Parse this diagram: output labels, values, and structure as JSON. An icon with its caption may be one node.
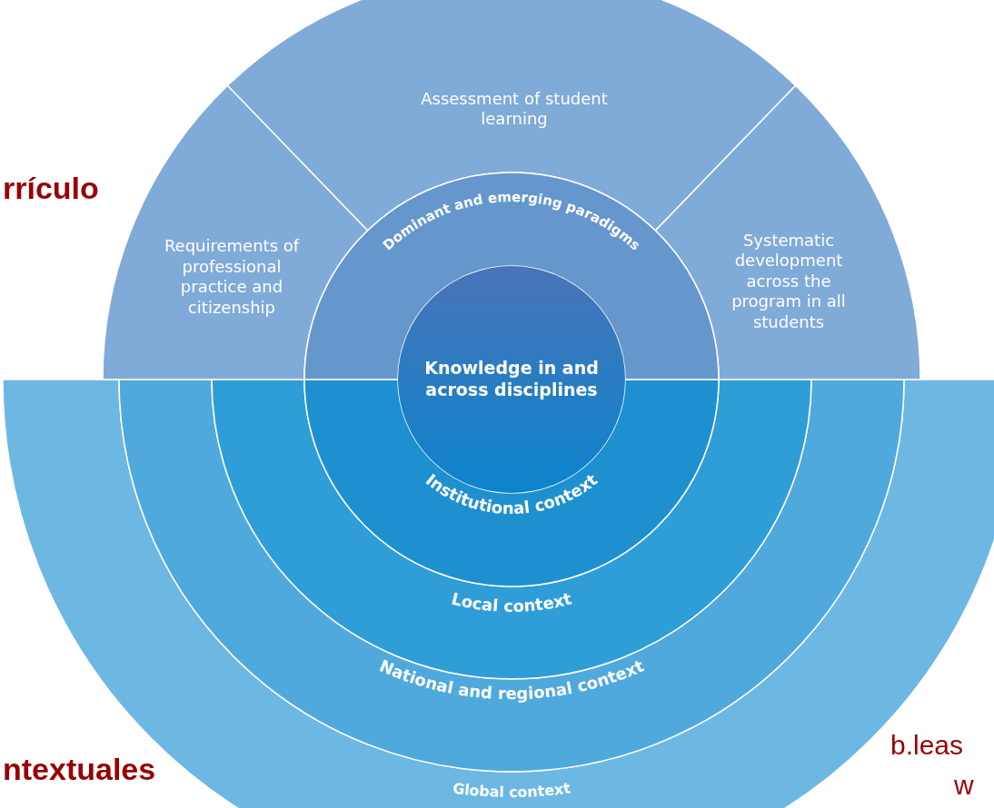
{
  "diagram": {
    "nodes": [
      {
        "text": [
          "Assessment of student learning"
        ]
      },
      {
        "text": [
          "Requirements of professional practice and citizenship"
        ]
      },
      {
        "text": [
          "Systematic development across the program in all students"
        ]
      },
      {
        "text": [
          "Dominant and emerging paradigms"
        ]
      },
      {
        "text": [
          "Knowledge in and across disciplines"
        ]
      },
      {
        "text": [
          "Institutional context"
        ]
      },
      {
        "text": [
          "Local context"
        ]
      },
      {
        "text": [
          "National and regional context"
        ]
      },
      {
        "text": [
          "Global context"
        ]
      }
    ],
    "labels": [
      "rrículo",
      "ntextuales",
      "b.leas",
      "w"
    ]
  }
}
